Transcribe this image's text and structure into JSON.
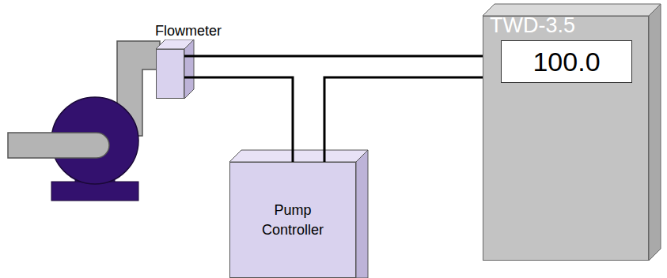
{
  "diagram": {
    "nodes": [
      {
        "text": [
          "Flowmeter"
        ]
      },
      {
        "text": [
          "TWD-3.5"
        ]
      },
      {
        "text": [
          "100.0"
        ],
        "in": 1
      },
      {
        "text": [
          "Pump Controller"
        ]
      }
    ],
    "edges": [
      {
        "from": 0,
        "to": 1,
        "arrow": "none"
      },
      {
        "from": 0,
        "to": 3,
        "arrow": "none"
      },
      {
        "from": 3,
        "to": 1,
        "arrow": "none"
      }
    ]
  }
}
